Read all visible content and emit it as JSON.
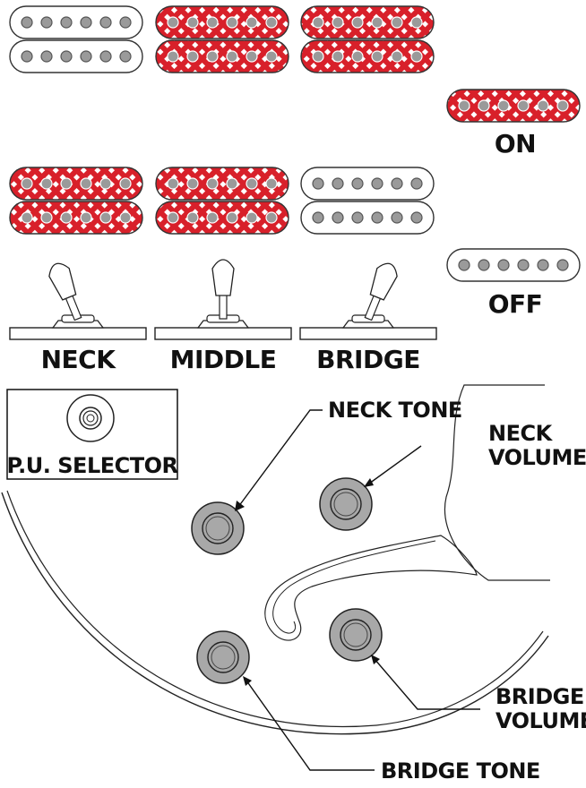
{
  "legend": {
    "on_label": "ON",
    "off_label": "OFF"
  },
  "toggle_positions": [
    {
      "label": "NECK",
      "neck_pickup": "on",
      "bridge_pickup": "off"
    },
    {
      "label": "MIDDLE",
      "neck_pickup": "on",
      "bridge_pickup": "on"
    },
    {
      "label": "BRIDGE",
      "neck_pickup": "off",
      "bridge_pickup": "on"
    }
  ],
  "selector_box": {
    "label": "P.U. SELECTOR"
  },
  "knobs": {
    "neck_tone": "NECK TONE",
    "neck_volume_line1": "NECK",
    "neck_volume_line2": "VOLUME",
    "bridge_volume_line1": "BRIDGE",
    "bridge_volume_line2": "VOLUME",
    "bridge_tone": "BRIDGE TONE"
  },
  "colors": {
    "pickup_on": "#d8202a",
    "pickup_off": "#ffffff",
    "pole": "#9a9a9a",
    "knob": "#a8a8a8",
    "ink": "#111111"
  },
  "icons": {
    "pickup_on": "red-checkered-coil",
    "pickup_off": "white-coil",
    "toggle": "three-way-toggle-switch-icon",
    "selector": "selector-switch-knob-icon",
    "knob": "control-knob-icon"
  }
}
